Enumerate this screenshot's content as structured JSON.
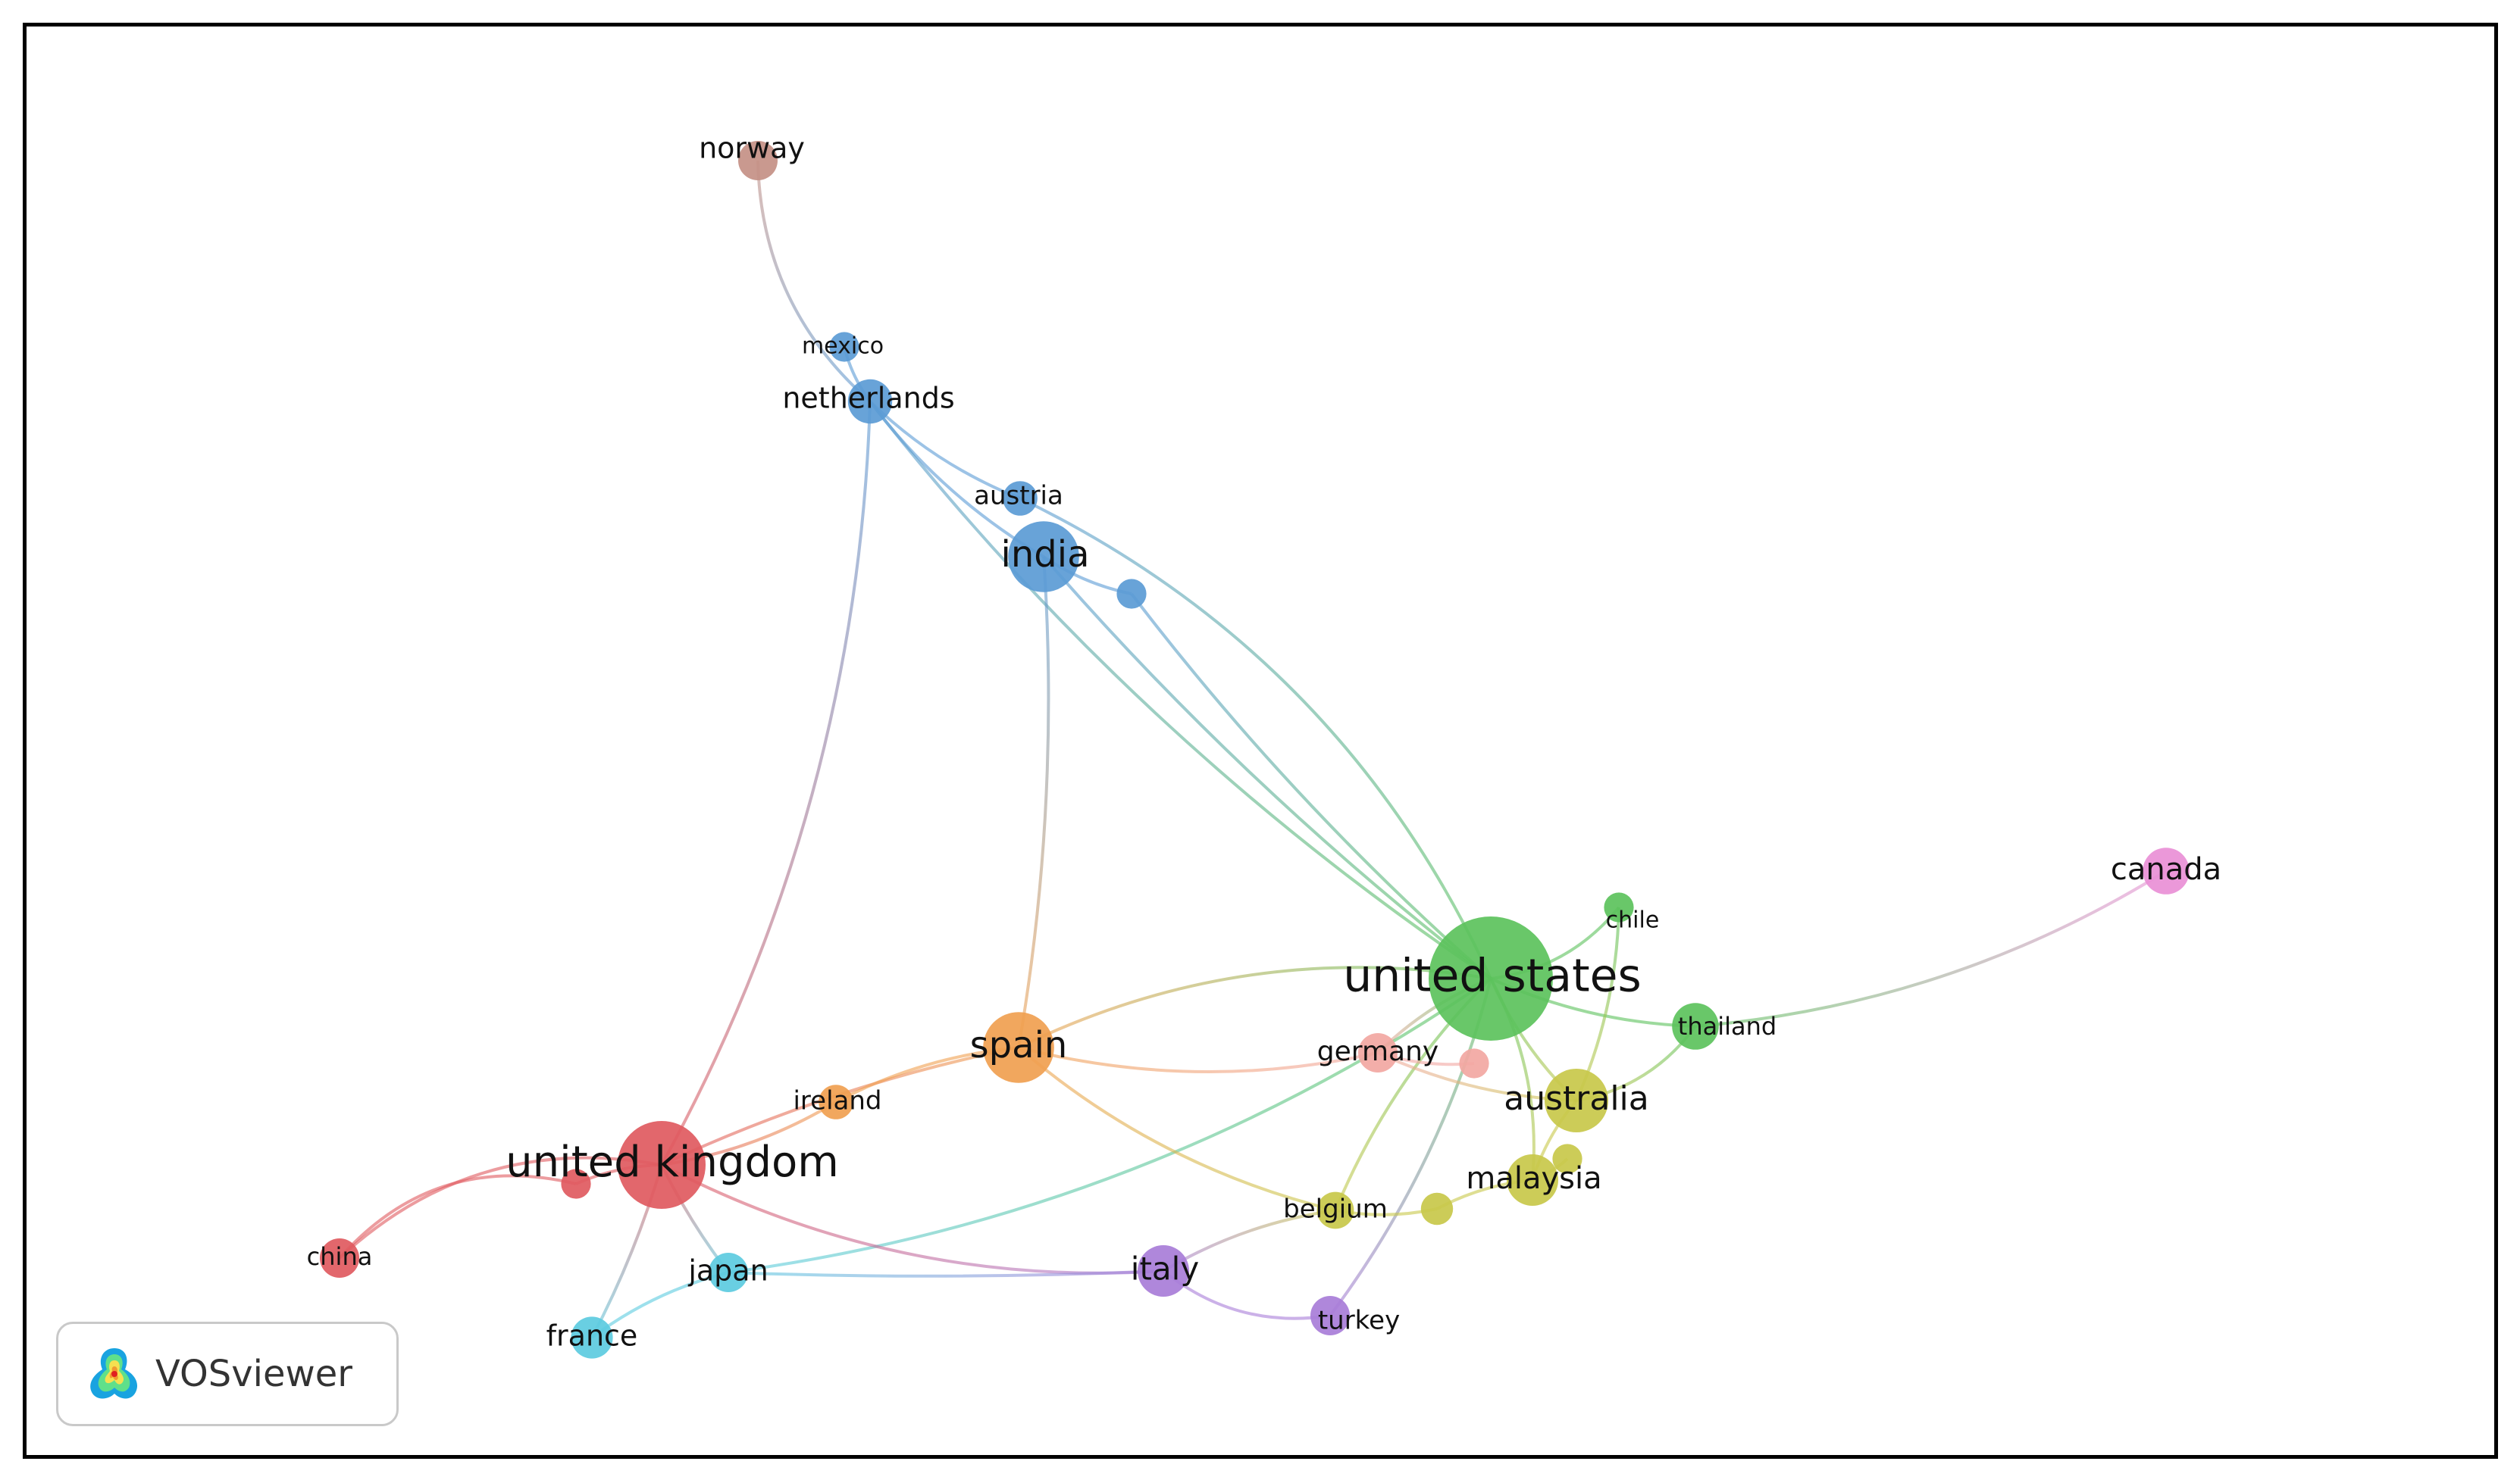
{
  "logo": {
    "text": "VOSviewer",
    "icon": "vosviewer-density-logo-icon"
  },
  "cluster_colors": {
    "red": "#e05a5f",
    "green": "#5cc25c",
    "blue": "#5b9bd5",
    "yellow": "#c8c84a",
    "orange": "#f0a050",
    "purple": "#a87dd8",
    "cyan": "#5ccbe0",
    "pink": "#e98fd6",
    "brown": "#c49085",
    "salmon": "#f2a7a2"
  },
  "nodes": [
    {
      "id": "norway",
      "label": "norway",
      "cluster": "brown",
      "weight": 1
    },
    {
      "id": "mexico",
      "label": "mexico",
      "cluster": "blue",
      "weight": 0.6
    },
    {
      "id": "netherlands",
      "label": "netherlands",
      "cluster": "blue",
      "weight": 1.2
    },
    {
      "id": "austria",
      "label": "austria",
      "cluster": "blue",
      "weight": 0.8
    },
    {
      "id": "india",
      "label": "india",
      "cluster": "blue",
      "weight": 2.3
    },
    {
      "id": "blue-small",
      "label": "",
      "cluster": "blue",
      "weight": 0.6
    },
    {
      "id": "united-states",
      "label": "united states",
      "cluster": "green",
      "weight": 4.5
    },
    {
      "id": "chile",
      "label": "chile",
      "cluster": "green",
      "weight": 0.6
    },
    {
      "id": "thailand",
      "label": "thailand",
      "cluster": "green",
      "weight": 1.3
    },
    {
      "id": "canada",
      "label": "canada",
      "cluster": "pink",
      "weight": 1.3
    },
    {
      "id": "germany",
      "label": "germany",
      "cluster": "salmon",
      "weight": 1
    },
    {
      "id": "salmon-small",
      "label": "",
      "cluster": "salmon",
      "weight": 0.6
    },
    {
      "id": "spain",
      "label": "spain",
      "cluster": "orange",
      "weight": 2.3
    },
    {
      "id": "ireland",
      "label": "ireland",
      "cluster": "orange",
      "weight": 0.8
    },
    {
      "id": "australia",
      "label": "australia",
      "cluster": "yellow",
      "weight": 2
    },
    {
      "id": "malaysia",
      "label": "malaysia",
      "cluster": "yellow",
      "weight": 1.5
    },
    {
      "id": "yellow-small-a",
      "label": "",
      "cluster": "yellow",
      "weight": 0.6
    },
    {
      "id": "yellow-small-b",
      "label": "",
      "cluster": "yellow",
      "weight": 0.7
    },
    {
      "id": "belgium",
      "label": "belgium",
      "cluster": "yellow",
      "weight": 0.9
    },
    {
      "id": "united-kingdom",
      "label": "united kingdom",
      "cluster": "red",
      "weight": 3
    },
    {
      "id": "red-small",
      "label": "",
      "cluster": "red",
      "weight": 0.6
    },
    {
      "id": "china",
      "label": "china",
      "cluster": "red",
      "weight": 1
    },
    {
      "id": "japan",
      "label": "japan",
      "cluster": "cyan",
      "weight": 1
    },
    {
      "id": "france",
      "label": "france",
      "cluster": "cyan",
      "weight": 1.1
    },
    {
      "id": "italy",
      "label": "italy",
      "cluster": "purple",
      "weight": 1.5
    },
    {
      "id": "turkey",
      "label": "turkey",
      "cluster": "purple",
      "weight": 1
    }
  ],
  "links": [
    [
      "norway",
      "netherlands"
    ],
    [
      "mexico",
      "netherlands"
    ],
    [
      "netherlands",
      "austria"
    ],
    [
      "netherlands",
      "india"
    ],
    [
      "netherlands",
      "united-states"
    ],
    [
      "netherlands",
      "united-kingdom"
    ],
    [
      "austria",
      "united-states"
    ],
    [
      "india",
      "united-states"
    ],
    [
      "india",
      "spain"
    ],
    [
      "india",
      "blue-small"
    ],
    [
      "blue-small",
      "united-states"
    ],
    [
      "united-states",
      "chile"
    ],
    [
      "united-states",
      "thailand"
    ],
    [
      "united-states",
      "australia"
    ],
    [
      "united-states",
      "malaysia"
    ],
    [
      "united-states",
      "germany"
    ],
    [
      "united-states",
      "spain"
    ],
    [
      "united-states",
      "belgium"
    ],
    [
      "united-states",
      "turkey"
    ],
    [
      "united-states",
      "japan"
    ],
    [
      "thailand",
      "canada"
    ],
    [
      "thailand",
      "australia"
    ],
    [
      "chile",
      "australia"
    ],
    [
      "spain",
      "germany"
    ],
    [
      "spain",
      "belgium"
    ],
    [
      "spain",
      "united-kingdom"
    ],
    [
      "spain",
      "ireland"
    ],
    [
      "germany",
      "australia"
    ],
    [
      "germany",
      "salmon-small"
    ],
    [
      "australia",
      "malaysia"
    ],
    [
      "malaysia",
      "yellow-small-a"
    ],
    [
      "malaysia",
      "yellow-small-b"
    ],
    [
      "belgium",
      "yellow-small-b"
    ],
    [
      "belgium",
      "italy"
    ],
    [
      "united-kingdom",
      "china"
    ],
    [
      "united-kingdom",
      "red-small"
    ],
    [
      "united-kingdom",
      "japan"
    ],
    [
      "united-kingdom",
      "france"
    ],
    [
      "united-kingdom",
      "italy"
    ],
    [
      "united-kingdom",
      "ireland"
    ],
    [
      "china",
      "red-small"
    ],
    [
      "japan",
      "france"
    ],
    [
      "japan",
      "italy"
    ],
    [
      "italy",
      "turkey"
    ]
  ]
}
